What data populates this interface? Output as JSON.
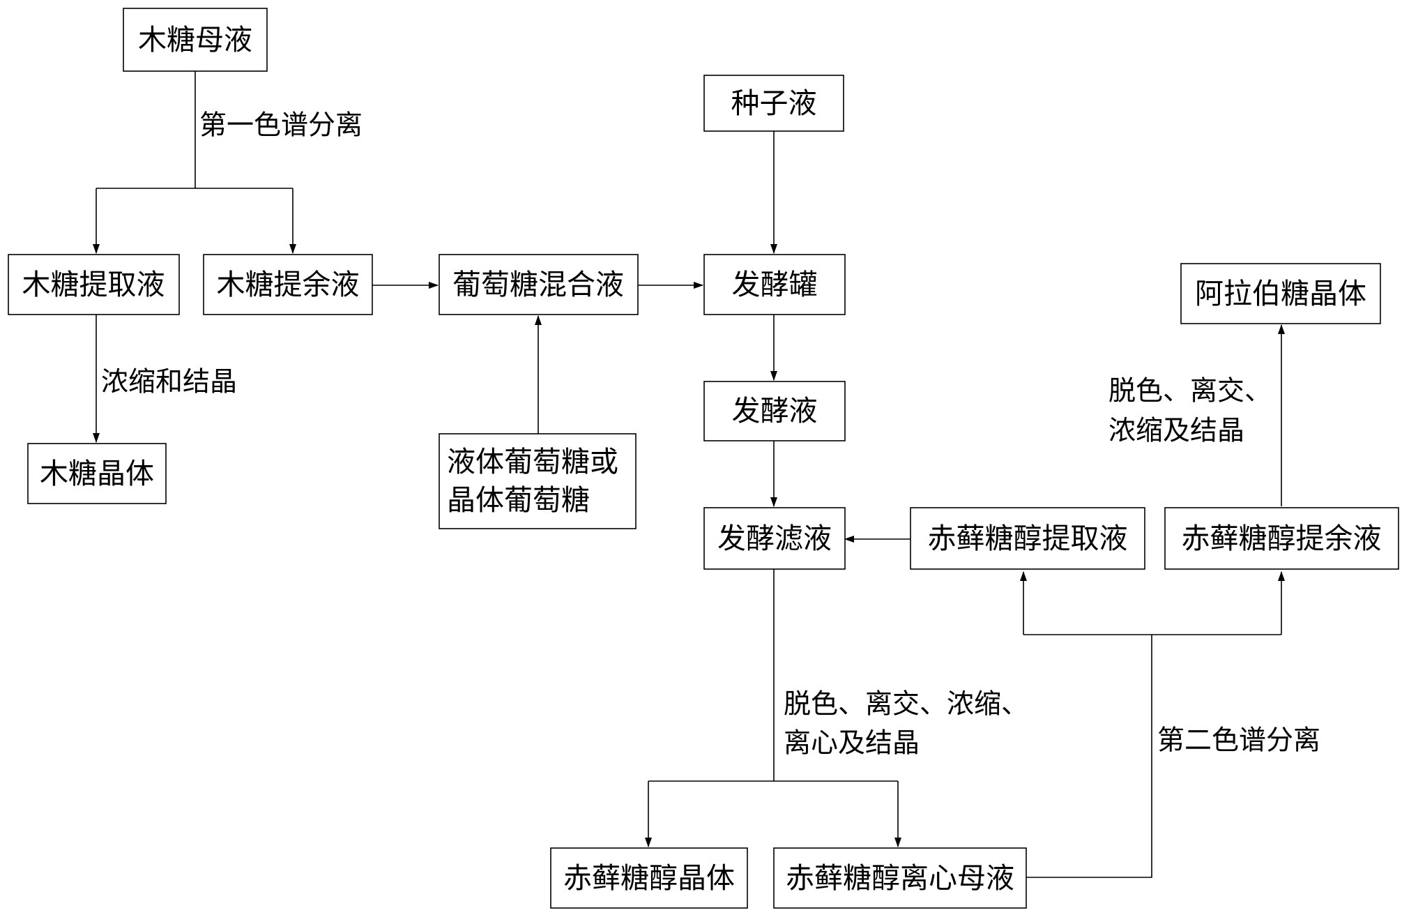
{
  "diagram": {
    "nodes": {
      "xylose_mother_liquor": "木糖母液",
      "xylose_extract": "木糖提取液",
      "xylose_raffinate": "木糖提余液",
      "xylose_crystal": "木糖晶体",
      "glucose_mix": "葡萄糖混合液",
      "glucose_source_line1": "液体葡萄糖或",
      "glucose_source_line2": "晶体葡萄糖",
      "seed_liquid": "种子液",
      "fermenter": "发酵罐",
      "fermentation_broth": "发酵液",
      "fermentation_filtrate": "发酵滤液",
      "erythritol_extract": "赤藓糖醇提取液",
      "erythritol_raffinate": "赤藓糖醇提余液",
      "arabinose_crystal": "阿拉伯糖晶体",
      "erythritol_crystal": "赤藓糖醇晶体",
      "erythritol_centrifuge_mother": "赤藓糖醇离心母液"
    },
    "labels": {
      "first_separation": "第一色谱分离",
      "concentrate_crystallize": "浓缩和结晶",
      "process_erythritol_line1": "脱色、离交、浓缩、",
      "process_erythritol_line2": "离心及结晶",
      "process_arabinose_line1": "脱色、离交、",
      "process_arabinose_line2": "浓缩及结晶",
      "second_separation": "第二色谱分离"
    }
  }
}
